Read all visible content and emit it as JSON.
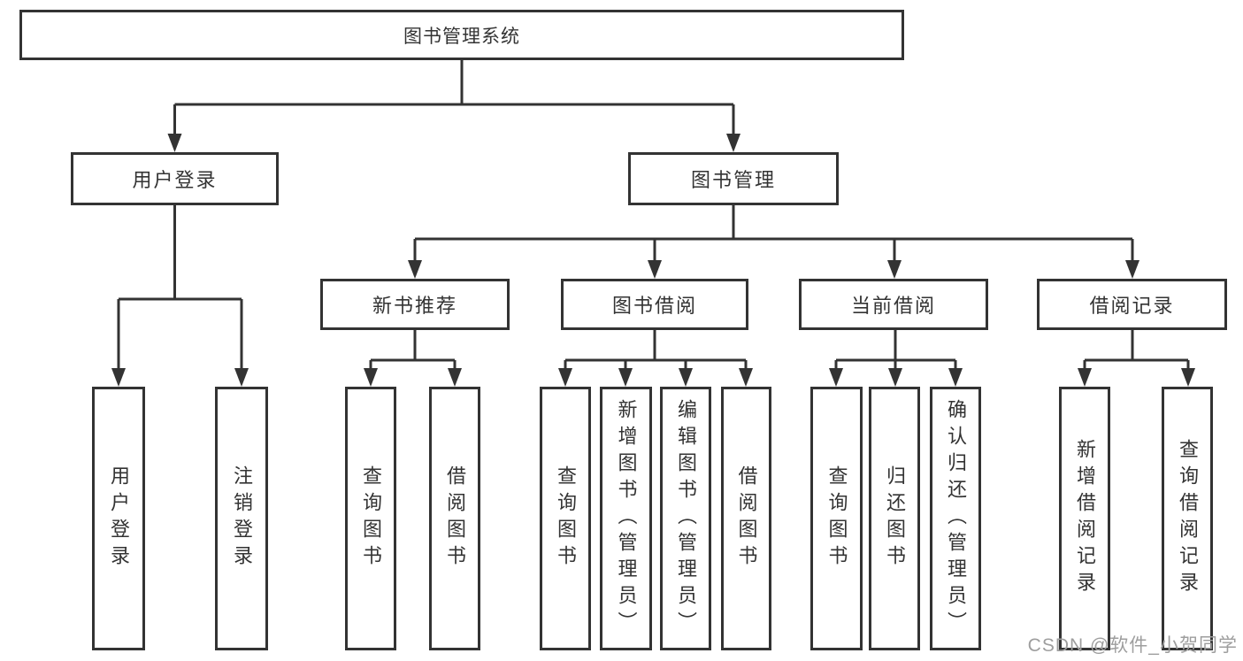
{
  "diagram": {
    "root": {
      "label": "图书管理系统"
    },
    "level2": [
      {
        "label": "用户登录"
      },
      {
        "label": "图书管理"
      }
    ],
    "level3": [
      {
        "label": "新书推荐"
      },
      {
        "label": "图书借阅"
      },
      {
        "label": "当前借阅"
      },
      {
        "label": "借阅记录"
      }
    ],
    "leaves": {
      "user_login": [
        "用户登录",
        "注销登录"
      ],
      "new_book": [
        "查询图书",
        "借阅图书"
      ],
      "book_borrow": [
        "查询图书",
        "新增图书（管理员）",
        "编辑图书（管理员）",
        "借阅图书"
      ],
      "current_borrow": [
        "查询图书",
        "归还图书",
        "确认归还（管理员）"
      ],
      "borrow_record": [
        "新增借阅记录",
        "查询借阅记录"
      ]
    }
  },
  "watermark": {
    "text": "CSDN @软件_小贺同学"
  },
  "colors": {
    "line": "#333333",
    "text": "#333333",
    "box_background": "#ffffff",
    "watermark": "#9e9e9e"
  }
}
